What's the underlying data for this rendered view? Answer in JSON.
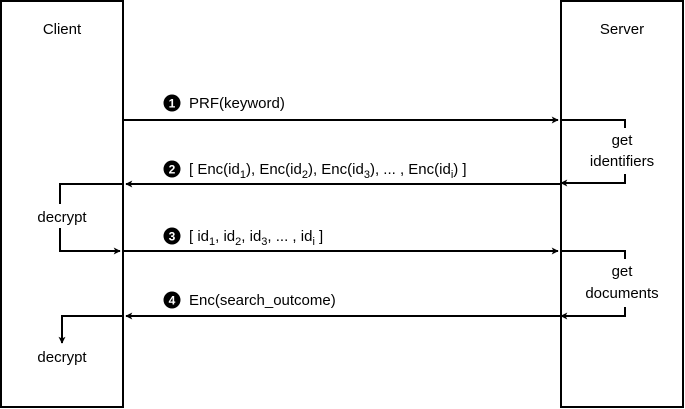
{
  "participants": {
    "client": "Client",
    "server": "Server"
  },
  "steps": [
    {
      "number": "1",
      "label": "PRF(keyword)"
    },
    {
      "number": "2",
      "label_parts": [
        "[ Enc(id",
        "1",
        "), Enc(id",
        "2",
        "), Enc(id",
        "3",
        "), ... , Enc(id",
        "i",
        ") ]"
      ]
    },
    {
      "number": "3",
      "label_parts": [
        "[ id",
        "1",
        ", id",
        "2",
        ", id",
        "3",
        ", ... , id",
        "i",
        " ]"
      ]
    },
    {
      "number": "4",
      "label": "Enc(search_outcome)"
    }
  ],
  "server_actions": [
    {
      "line1": "get",
      "line2": "identifiers"
    },
    {
      "line1": "get",
      "line2": "documents"
    }
  ],
  "client_actions": [
    {
      "label": "decrypt"
    },
    {
      "label": "decrypt"
    }
  ]
}
